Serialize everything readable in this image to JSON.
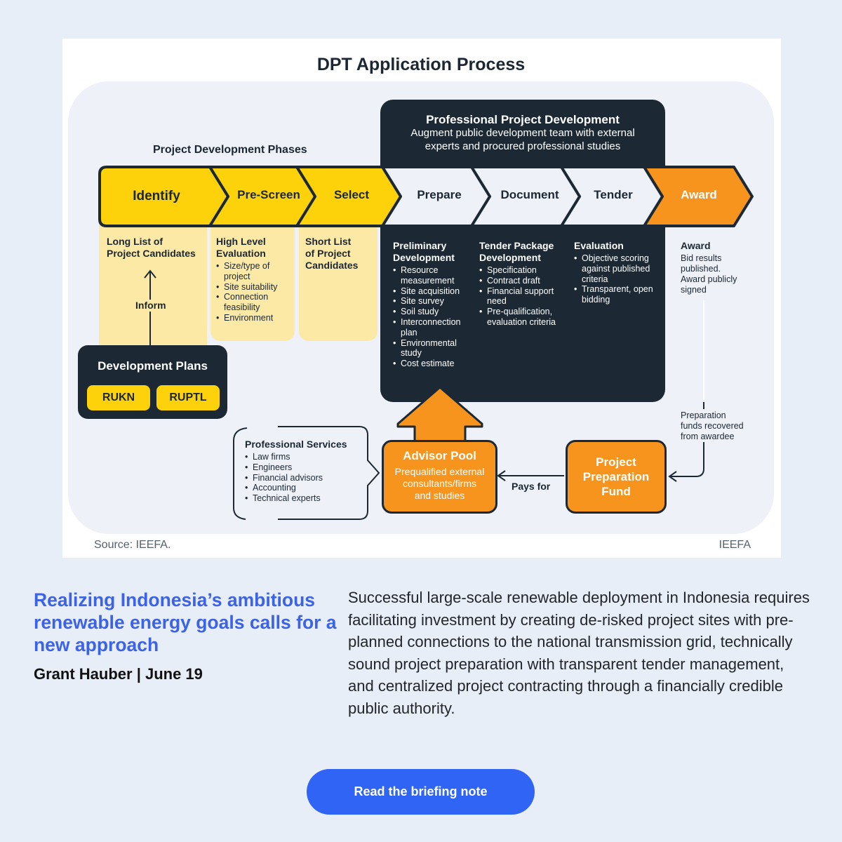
{
  "diagram": {
    "title": "DPT Application Process",
    "ppd": {
      "title": "Professional Project Development",
      "subtitle_line1": "Augment public development team with external",
      "subtitle_line2": "experts and procured professional studies"
    },
    "phases_label": "Project Development Phases",
    "phases": [
      "Identify",
      "Pre-Screen",
      "Select",
      "Prepare",
      "Document",
      "Tender",
      "Award"
    ],
    "identify": {
      "heading_line1": "Long List of",
      "heading_line2": "Project Candidates",
      "arrow_label": "Inform"
    },
    "prescreen": {
      "heading_line1": "High Level",
      "heading_line2": "Evaluation",
      "bullets": [
        "Size/type of project",
        "Site suitability",
        "Connection feasibility",
        "Environment"
      ]
    },
    "select": {
      "heading_line1": "Short List",
      "heading_line2": "of Project",
      "heading_line3": "Candidates"
    },
    "prepare": {
      "heading_line1": "Preliminary",
      "heading_line2": "Development",
      "bullets": [
        "Resource measurement",
        "Site acquisition",
        "Site survey",
        "Soil study",
        "Interconnection plan",
        "Environmental study",
        "Cost estimate"
      ]
    },
    "document": {
      "heading_line1": "Tender Package",
      "heading_line2": "Development",
      "bullets": [
        "Specification",
        "Contract draft",
        "Financial support need",
        "Pre-qualification, evaluation criteria"
      ]
    },
    "tender": {
      "heading": "Evaluation",
      "bullets": [
        "Objective scoring against published criteria",
        "Transparent, open bidding"
      ]
    },
    "award": {
      "heading": "Award",
      "text_line1": "Bid results",
      "text_line2": "published.",
      "text_line3": "Award publicly",
      "text_line4": "signed"
    },
    "dev_plans": {
      "title": "Development Plans",
      "plans": [
        "RUKN",
        "RUPTL"
      ]
    },
    "prof_services": {
      "title": "Professional Services",
      "items": [
        "Law firms",
        "Engineers",
        "Financial advisors",
        "Accounting",
        "Technical experts"
      ]
    },
    "advisor_pool": {
      "title": "Advisor Pool",
      "line1": "Prequalified external",
      "line2": "consultants/firms",
      "line3": "and studies"
    },
    "pays_for": "Pays for",
    "ppf": {
      "line1": "Project",
      "line2": "Preparation",
      "line3": "Fund"
    },
    "recovered": {
      "line1": "Preparation",
      "line2": "funds recovered",
      "line3": "from awardee"
    },
    "source": "Source: IEEFA.",
    "brand": "IEEFA",
    "colors": {
      "yellow": "#fdd20a",
      "orange": "#f7941d",
      "dark": "#1c2934",
      "blue": "#3c63e6"
    }
  },
  "article": {
    "headline": "Realizing Indonesia’s ambitious renewable energy goals calls for a new approach",
    "byline": "Grant Hauber | June 19",
    "body": "Successful large-scale renewable deployment in Indonesia requires facilitating investment by creating de-risked project sites with pre-planned connections to the national transmission grid, technically sound project preparation with transparent tender management, and centralized project contracting through a financially credible public authority.",
    "cta_label": "Read the briefing note"
  }
}
